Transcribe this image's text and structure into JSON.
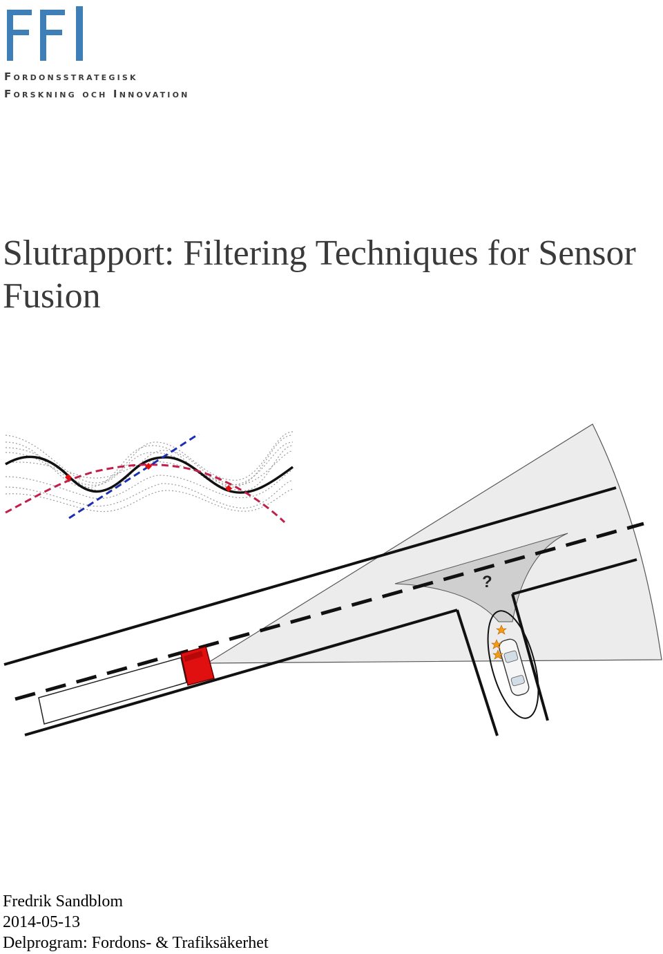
{
  "logo": {
    "mark": "FFI",
    "line1": "Fordonsstrategisk",
    "line2": "Forskning och Innovation",
    "color": "#3f7fb7",
    "icon": "ffi-logo-icon"
  },
  "title": "Slutrapport: Filtering Techniques for Sensor Fusion",
  "figure": {
    "question_mark": "?",
    "colors": {
      "black_curve": "#111111",
      "red_dashed": "#c21e4a",
      "blue_dashed": "#1b2fb0",
      "particles": "#9a9a9a",
      "sensor_field": "#ececec",
      "uncertainty": "#cfcfcf",
      "truck_cab": "#e01010",
      "stars": "#f39c12"
    }
  },
  "author": "Fredrik Sandblom",
  "date": "2014-05-13",
  "program": "Delprogram: Fordons- & Trafiksäkerhet"
}
